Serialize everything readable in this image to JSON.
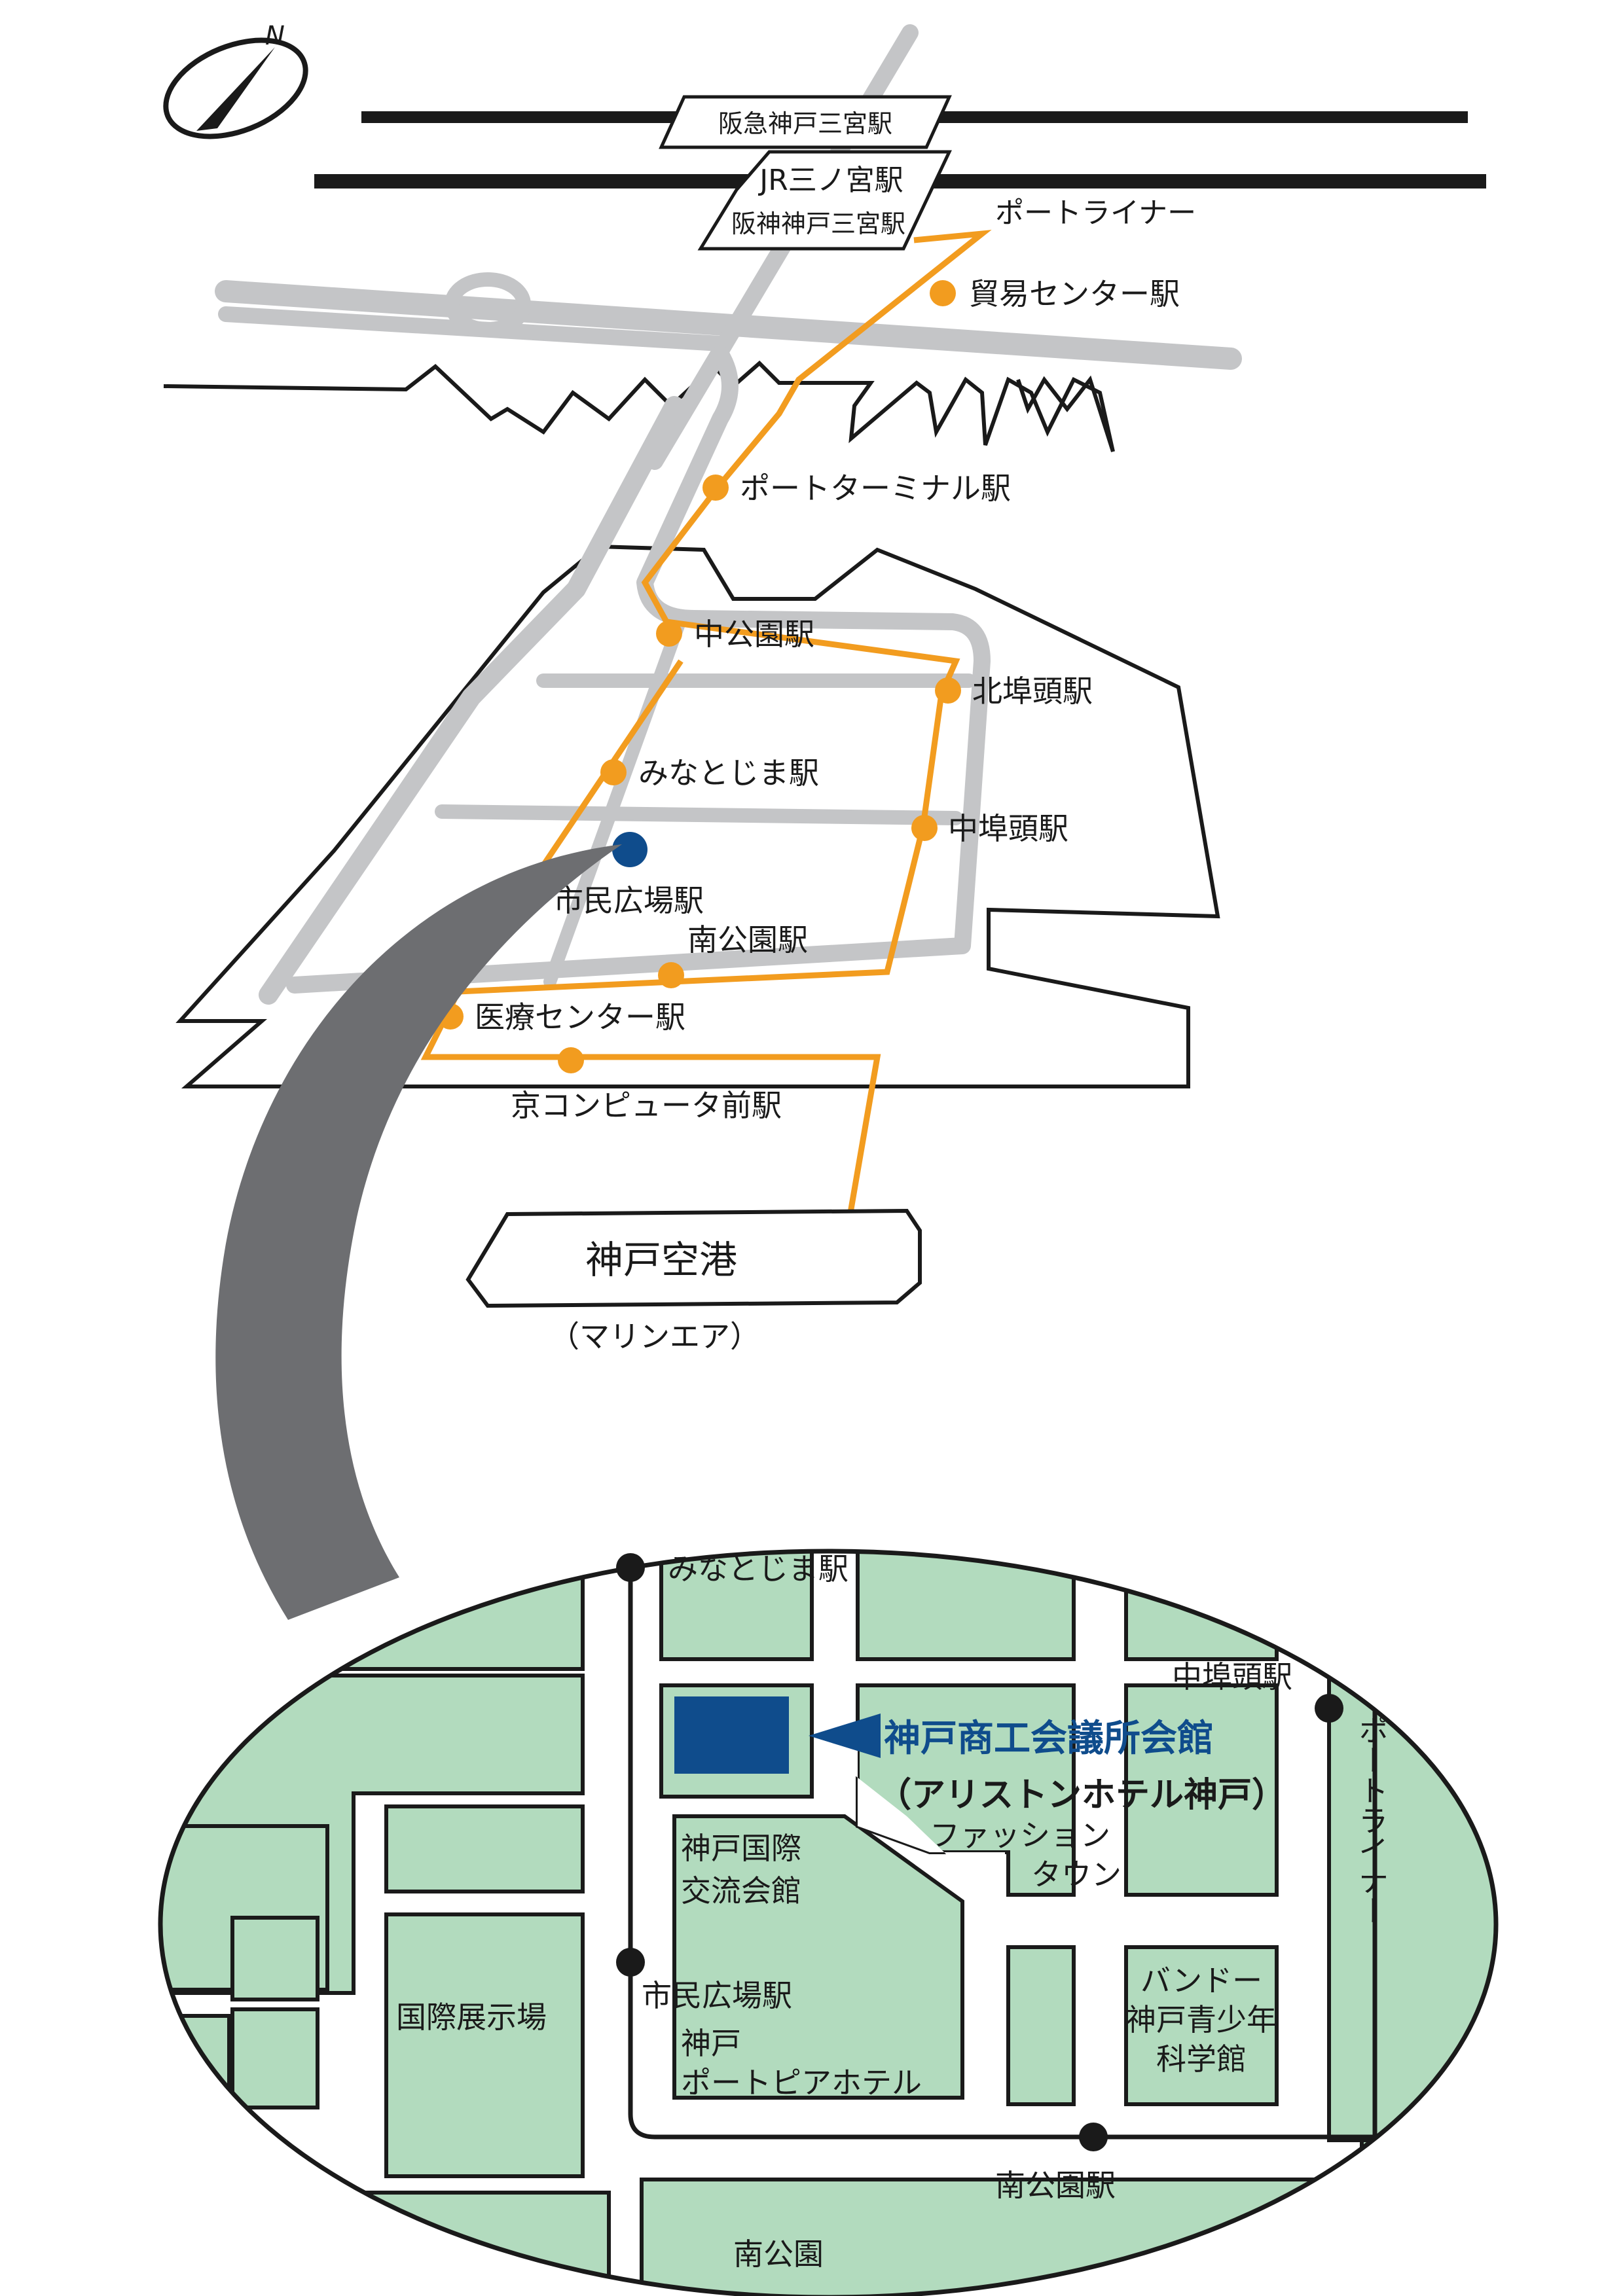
{
  "colors": {
    "accent_line": "#f29c1f",
    "road": "#c4c5c7",
    "block": "#b2dbbe",
    "marker": "#0f4c8c",
    "arrow": "#6d6e71",
    "ink": "#1a1a1a"
  },
  "compass": {
    "label": "N",
    "icon": "compass-icon"
  },
  "stations_top": {
    "hankyu": "阪急神戸三宮駅",
    "jr": "JR三ノ宮駅",
    "hanshin": "阪神神戸三宮駅"
  },
  "line_name": "ポートライナー",
  "stations": {
    "boeki": "貿易センター駅",
    "port_terminal": "ポートターミナル駅",
    "naka_koen": "中公園駅",
    "kita_futo": "北埠頭駅",
    "minatojima": "みなとじま駅",
    "naka_futo": "中埠頭駅",
    "shimin_hiroba": "市民広場駅",
    "minami_koen": "南公園駅",
    "iryo_center": "医療センター駅",
    "kyo_computer": "京コンピュータ前駅"
  },
  "airport": {
    "name": "神戸空港",
    "sub": "（マリンエア）"
  },
  "detail": {
    "minatojima": "みなとじま駅",
    "naka_futo": "中埠頭駅",
    "line_vertical": "ポートライナー",
    "venue_name": "神戸商工会議所会館",
    "venue_sub": "（アリストンホテル神戸）",
    "fashion_1": "ファッション",
    "fashion_2": "タウン",
    "kokusai_1": "神戸国際",
    "kokusai_2": "交流会館",
    "tenjijo": "国際展示場",
    "shimin_hiroba": "市民広場駅",
    "hotel_1": "神戸",
    "hotel_2": "ポートピアホテル",
    "bando_1": "バンドー",
    "bando_2": "神戸青少年",
    "bando_3": "科学館",
    "minami_koen_st": "南公園駅",
    "minami_koen": "南公園"
  }
}
